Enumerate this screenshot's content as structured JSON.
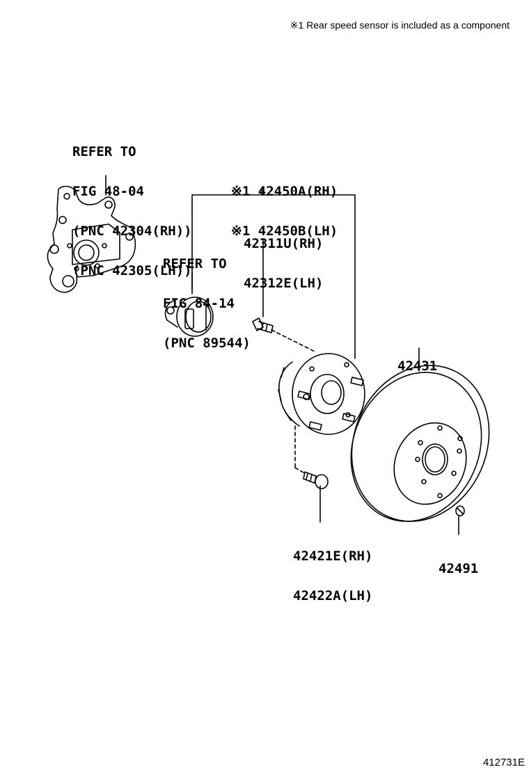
{
  "header_note": "※1 Rear speed sensor is included as a component",
  "figure_id": "412731E",
  "labels": {
    "knuckle_ref": [
      "REFER TO",
      "FIG 48-04",
      "(PNC 42304(RH))",
      "(PNC 42305(LH))"
    ],
    "hub_bearing": [
      "※1 42450A(RH)",
      "※1 42450B(LH)"
    ],
    "sensor_ref": [
      "REFER TO",
      "FIG 84-14",
      "(PNC 89544)"
    ],
    "hub_bolt": [
      "42311U(RH)",
      "42312E(LH)"
    ],
    "disc": [
      "42431"
    ],
    "mount_bolt": [
      "42421E(RH)",
      "42422A(LH)"
    ],
    "disc_screw": [
      "42491"
    ]
  },
  "icons": [
    "knuckle-icon",
    "speed-sensor-icon",
    "hub-bolt-icon",
    "hub-bearing-icon",
    "mount-bolt-icon",
    "brake-disc-icon",
    "disc-screw-icon"
  ]
}
